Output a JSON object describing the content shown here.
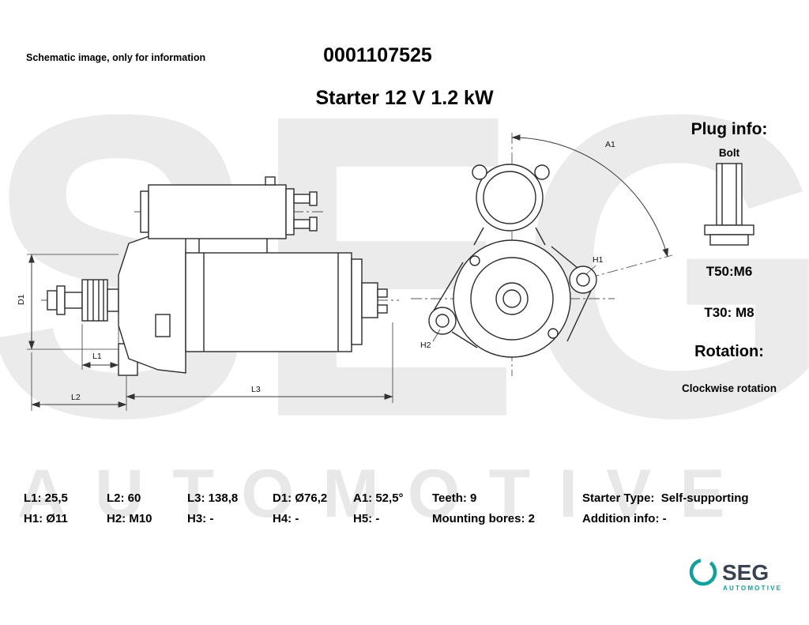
{
  "header": {
    "disclaimer": "Schematic image, only for information",
    "part_number": "0001107525",
    "product_title": "Starter 12 V 1.2 kW"
  },
  "watermark": {
    "word": "SEG",
    "subword": "AUTOMOTIVE"
  },
  "plug_info": {
    "heading": "Plug info:",
    "plug_type": "Bolt",
    "t50": "T50:M6",
    "t30": "T30: M8",
    "rotation_heading": "Rotation:",
    "rotation_value": "Clockwise rotation"
  },
  "diagram": {
    "labels": {
      "d1": "D1",
      "l1": "L1",
      "l2": "L2",
      "l3": "L3",
      "a1": "A1",
      "h1": "H1",
      "h2": "H2"
    }
  },
  "specs": {
    "row1": [
      "L1: 25,5",
      "L2: 60",
      "L3: 138,8",
      "D1: Ø76,2",
      "A1: 52,5°",
      "Teeth: 9",
      "Starter Type:  Self-supporting"
    ],
    "row2": [
      "H1: Ø11",
      "H2: M10",
      "H3: -",
      "H4: -",
      "H5: -",
      "Mounting bores: 2",
      "Addition info: -"
    ]
  },
  "logo": {
    "brand": "SEG",
    "subtitle": "AUTOMOTIVE"
  }
}
